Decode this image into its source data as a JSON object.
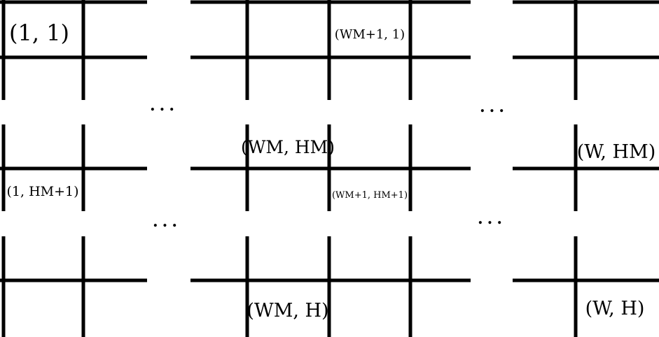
{
  "diagram": {
    "labels": {
      "top_left": "(1, 1)",
      "top_mid": "(WM+1, 1)",
      "mid_center": "(WM, HM)",
      "mid_right": "(W, HM)",
      "mid_left_lower": "(1, HM+1)",
      "mid_center_lower": "(WM+1, HM+1)",
      "bottom_mid": "(WM, H)",
      "bottom_right": "(W, H)"
    },
    "ellipses": {
      "upper_left": "...",
      "upper_right": "...",
      "lower_left": "...",
      "lower_right": "..."
    },
    "colors": {
      "line": "#000000",
      "background": "#ffffff"
    }
  }
}
